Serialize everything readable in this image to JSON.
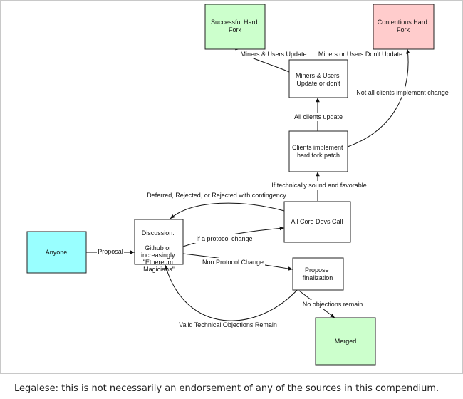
{
  "diagram": {
    "nodes": {
      "anyone": {
        "lines": [
          "Anyone"
        ],
        "color": "#99ffff"
      },
      "discussion": {
        "lines": [
          "Discussion:",
          "",
          "Github or",
          "increasingly",
          "\"Ethereum",
          "Magicians\""
        ],
        "color": "#ffffff"
      },
      "acd_call": {
        "lines": [
          "All Core Devs Call"
        ],
        "color": "#ffffff"
      },
      "propose_final": {
        "lines": [
          "Propose",
          "finalization"
        ],
        "color": "#ffffff"
      },
      "merged": {
        "lines": [
          "Merged"
        ],
        "color": "#ccffcc"
      },
      "clients_patch": {
        "lines": [
          "Clients implement",
          "hard fork patch"
        ],
        "color": "#ffffff"
      },
      "miners_users": {
        "lines": [
          "Miners & Users",
          "Update or don't"
        ],
        "color": "#ffffff"
      },
      "successful_fork": {
        "lines": [
          "Successful Hard",
          "Fork"
        ],
        "color": "#ccffcc"
      },
      "contentious_fork": {
        "lines": [
          "Contentious Hard",
          "Fork"
        ],
        "color": "#ffcccc"
      }
    },
    "edges": {
      "proposal": "Proposal",
      "protocol_change": "If a protocol change",
      "non_protocol_change": "Non Protocol Change",
      "deferred": "Deferred, Rejected, or Rejected with contingency",
      "tech_sound": "If technically sound and favorable",
      "all_clients_update": "All clients update",
      "not_all_clients": "Not all clients implement change",
      "miners_users_update": "Miners & Users Update",
      "miners_users_dont": "Miners or Users Don't Update",
      "no_objections": "No objections remain",
      "valid_objections": "Valid Technical Objections Remain"
    }
  },
  "footer": {
    "text": "Legalese: this is not necessarily an endorsement of any of the sources in this compendium."
  }
}
